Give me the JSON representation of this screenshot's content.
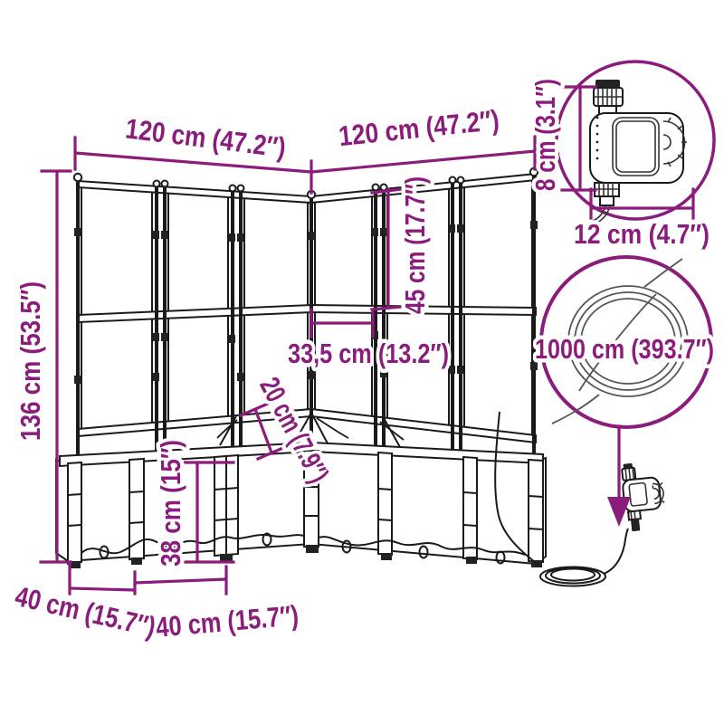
{
  "colors": {
    "annotation": "#8b1c7c",
    "linework": "#1a1a1a",
    "background": "#ffffff"
  },
  "measurements": {
    "width_left": "120 cm (47.2″)",
    "width_right": "120 cm (47.2″)",
    "total_height": "136 cm (53.5″)",
    "upper_trellis_height": "45 cm (17.7″)",
    "panel_width": "33,5 cm (13.2″)",
    "gap_trellis_planter": "20 cm (7.9″)",
    "planter_height": "38 cm (15″)",
    "planter_depth_left": "40 cm (15.7″)",
    "planter_depth_front": "40 cm (15.7″)",
    "timer_height": "8 cm (3.1″)",
    "timer_width": "12 cm (4.7″)",
    "hose_length": "1000 cm (393.7″)"
  },
  "components": {
    "planter": "corner-garden-planter-with-trellis",
    "timer": "water-timer-illustration",
    "hose": "garden-hose-coil-illustration",
    "arrow": "down-arrow"
  }
}
